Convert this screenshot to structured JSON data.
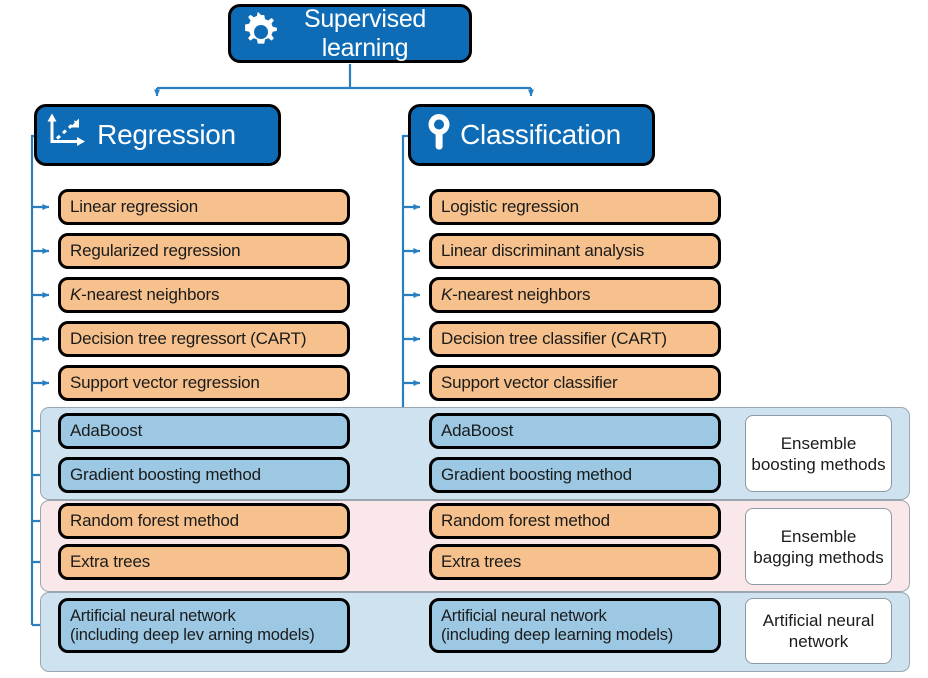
{
  "diagram": {
    "title": "Supervised learning",
    "root": {
      "label": "Supervised learning",
      "icon": "gear-icon"
    },
    "branches": [
      {
        "id": "regression",
        "label": "Regression",
        "icon": "scatter-axes-icon"
      },
      {
        "id": "classification",
        "label": "Classification",
        "icon": "magnifier-pin-icon"
      }
    ],
    "colors": {
      "header_blue": "#0d6cb5",
      "node_orange": "#f6c18c",
      "node_blue": "#9cc8e4",
      "panel_blue": "#cfe2f0",
      "panel_pink": "#fae7ea",
      "connector_blue": "#2a7fc1",
      "outline_black": "#000000"
    },
    "regression_items": [
      {
        "label": "Linear regression",
        "style": "orange"
      },
      {
        "label": "Regularized regression",
        "style": "orange"
      },
      {
        "label": "K-nearest neighbors",
        "style": "orange",
        "italic_prefix": "K"
      },
      {
        "label": "Decision tree regressort (CART)",
        "style": "orange"
      },
      {
        "label": "Support vector regression",
        "style": "orange"
      },
      {
        "label": "AdaBoost",
        "style": "blue"
      },
      {
        "label": "Gradient boosting method",
        "style": "blue"
      },
      {
        "label": "Random forest method",
        "style": "orange"
      },
      {
        "label": "Extra trees",
        "style": "orange"
      },
      {
        "label": "Artificial neural network",
        "label2": "(including deep lev arning models)",
        "style": "blue"
      }
    ],
    "classification_items": [
      {
        "label": "Logistic regression",
        "style": "orange"
      },
      {
        "label": "Linear discriminant analysis",
        "style": "orange"
      },
      {
        "label": "K-nearest neighbors",
        "style": "orange",
        "italic_prefix": "K"
      },
      {
        "label": "Decision tree classifier (CART)",
        "style": "orange"
      },
      {
        "label": "Support vector classifier",
        "style": "orange"
      },
      {
        "label": "AdaBoost",
        "style": "blue"
      },
      {
        "label": "Gradient boosting method",
        "style": "blue"
      },
      {
        "label": "Random forest method",
        "style": "orange"
      },
      {
        "label": "Extra trees",
        "style": "orange"
      },
      {
        "label": "Artificial neural network",
        "label2": "(including deep learning models)",
        "style": "blue"
      }
    ],
    "group_labels": [
      {
        "id": "boosting",
        "line1": "Ensemble",
        "line2": "boosting methods",
        "panel": "blue"
      },
      {
        "id": "bagging",
        "line1": "Ensemble",
        "line2": "bagging methods",
        "panel": "pink"
      },
      {
        "id": "ann",
        "line1": "Artificial neural",
        "line2": "network",
        "panel": "blue"
      }
    ]
  }
}
